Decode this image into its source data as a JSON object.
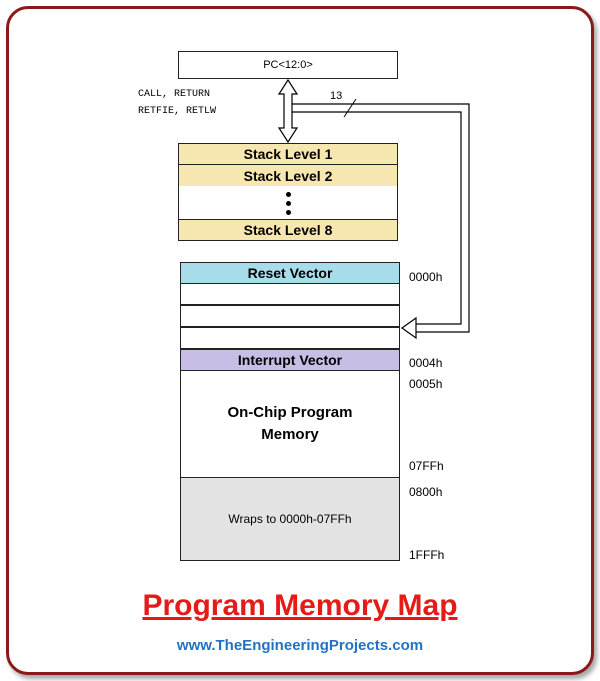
{
  "pc_register": "PC<12:0>",
  "instructions": [
    "CALL, RETURN",
    "RETFIE, RETLW"
  ],
  "bus_width": "13",
  "stack": {
    "levels": [
      "Stack Level 1",
      "Stack Level 2",
      "Stack Level 8"
    ]
  },
  "memory": {
    "reset_vector": "Reset Vector",
    "interrupt_vector": "Interrupt Vector",
    "on_chip": "On-Chip Program Memory",
    "wraps": "Wraps to 0000h-07FFh"
  },
  "addresses": [
    "0000h",
    "0004h",
    "0005h",
    "07FFh",
    "0800h",
    "1FFFh"
  ],
  "title": "Program Memory Map",
  "url": "www.TheEngineeringProjects.com",
  "colors": {
    "frame": "#8a1a1a",
    "stack_fill": "#f6e7b0",
    "reset_fill": "#a7dcea",
    "interrupt_fill": "#c8bde5",
    "wraps_fill": "#e3e3e3",
    "title": "#e41b17",
    "url": "#1f72c4"
  }
}
